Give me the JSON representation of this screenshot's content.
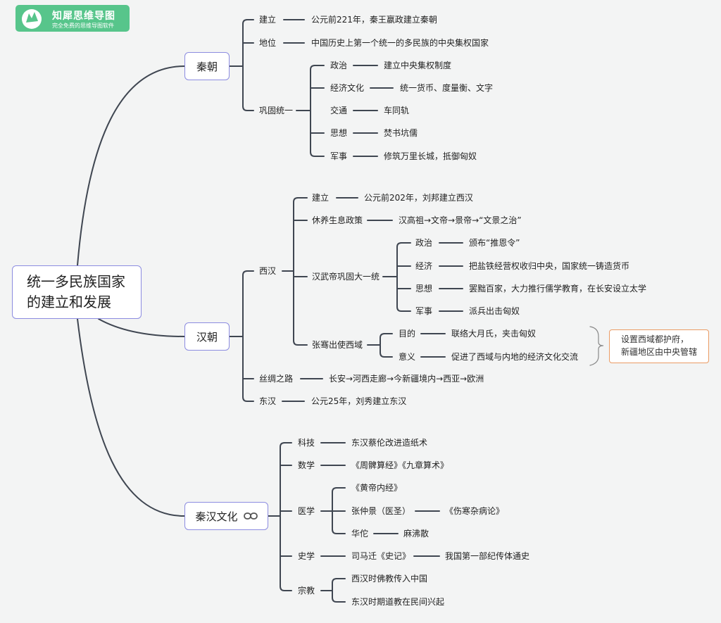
{
  "brand": {
    "name": "知犀思维导图",
    "tagline": "完全免费的思维导图软件"
  },
  "central": {
    "line1": "统一多民族国家",
    "line2": "的建立和发展"
  },
  "qin": {
    "title": "秦朝",
    "found_label": "建立",
    "found_text": "公元前221年，秦王嬴政建立秦朝",
    "status_label": "地位",
    "status_text": "中国历史上第一个统一的多民族的中央集权国家",
    "consolidate_label": "巩固统一",
    "c_politics_label": "政治",
    "c_politics_text": "建立中央集权制度",
    "c_economy_label": "经济文化",
    "c_economy_text": "统一货币、度量衡、文字",
    "c_transport_label": "交通",
    "c_transport_text": "车同轨",
    "c_thought_label": "思想",
    "c_thought_text": "焚书坑儒",
    "c_military_label": "军事",
    "c_military_text": "修筑万里长城，抵御匈奴"
  },
  "han": {
    "title": "汉朝",
    "xihan_label": "西汉",
    "xh_found_label": "建立",
    "xh_found_text": "公元前202年，刘邦建立西汉",
    "xh_rest_label": "休养生息政策",
    "xh_rest_text": "汉高祖→文帝→景帝→“文景之治”",
    "wudi_label": "汉武帝巩固大一统",
    "wd_politics_label": "政治",
    "wd_politics_text": "颁布“推恩令”",
    "wd_economy_label": "经济",
    "wd_economy_text": "把盐铁经营权收归中央，国家统一铸造货币",
    "wd_thought_label": "思想",
    "wd_thought_text": "罢黜百家，大力推行儒学教育，在长安设立太学",
    "wd_military_label": "军事",
    "wd_military_text": "派兵出击匈奴",
    "zq_label": "张骞出使西域",
    "zq_purpose_label": "目的",
    "zq_purpose_text": "联络大月氏，夹击匈奴",
    "zq_meaning_label": "意义",
    "zq_meaning_text": "促进了西域与内地的经济文化交流",
    "zq_note_line1": "设置西域都护府，",
    "zq_note_line2": "新疆地区由中央管辖",
    "silk_label": "丝绸之路",
    "silk_text": "长安→河西走廊→今新疆境内→西亚→欧洲",
    "donghan_label": "东汉",
    "donghan_text": "公元25年，刘秀建立东汉"
  },
  "culture": {
    "title": "秦汉文化",
    "link_icon": "link-icon",
    "tech_label": "科技",
    "tech_text": "东汉蔡伦改进造纸术",
    "math_label": "数学",
    "math_text": "《周髀算经》《九章算术》",
    "med_label": "医学",
    "med_huangdi": "《黄帝内经》",
    "med_zhang": "张仲景（医圣）",
    "med_zhang_book": "《伤寒杂病论》",
    "med_huatuo": "华佗",
    "med_huatuo_item": "麻沸散",
    "hist_label": "史学",
    "hist_text": "司马迁《史记》",
    "hist_note": "我国第一部纪传体通史",
    "rel_label": "宗教",
    "rel_buddhism": "西汉时佛教传入中国",
    "rel_taoism": "东汉时期道教在民间兴起"
  },
  "colors": {
    "line": "#3f4651",
    "brand_green": "#57c58b",
    "box_border": "#8c8ce0",
    "note_border": "#ea9b64"
  }
}
